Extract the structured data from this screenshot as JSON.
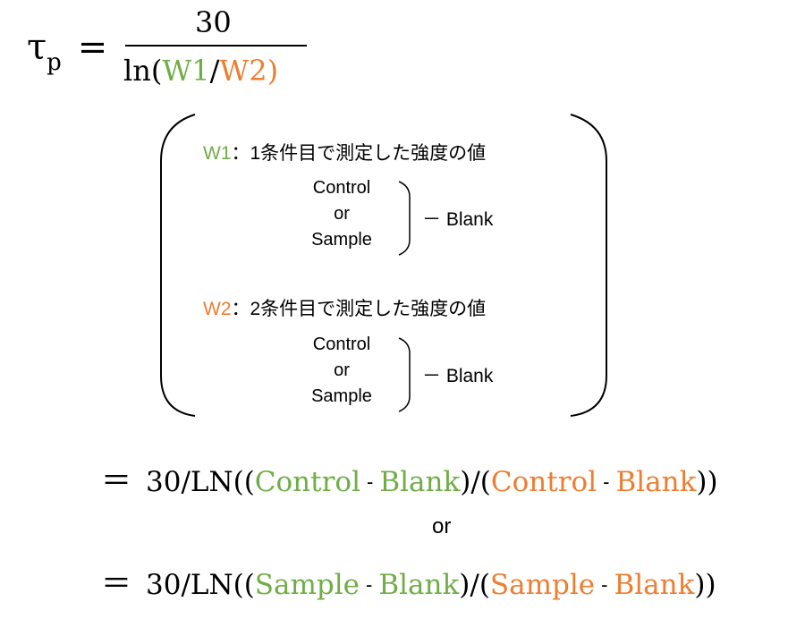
{
  "equation": {
    "tau": "τ",
    "tau_sub": "p",
    "equals": "=",
    "numerator": "30",
    "den_prefix": "ln(",
    "den_w1": "W1",
    "den_slash": "/",
    "den_w2": "W2",
    "den_suffix": ")"
  },
  "conditions": [
    {
      "label": "W1",
      "text": "：1条件目で測定した強度の値",
      "stack": [
        "Control",
        "or",
        "Sample"
      ],
      "minus": "－ Blank"
    },
    {
      "label": "W2",
      "text": "：2条件目で測定した強度の値",
      "stack": [
        "Control",
        "or",
        "Sample"
      ],
      "minus": "－ Blank"
    }
  ],
  "formula1": {
    "eq": "＝",
    "prefix": "30/LN((",
    "a": "Control",
    "dash1": "-",
    "b": "Blank",
    "mid": ")/(",
    "c": "Control",
    "dash2": "-",
    "d": "Blank",
    "suffix": "))"
  },
  "or_label": "or",
  "formula2": {
    "eq": "＝",
    "prefix": "30/LN((",
    "a": "Sample",
    "dash1": "-",
    "b": "Blank",
    "mid": ")/(",
    "c": "Sample",
    "dash2": "-",
    "d": "Blank",
    "suffix": "))"
  },
  "colors": {
    "w1": "#70ad47",
    "w2": "#ed7d31"
  }
}
